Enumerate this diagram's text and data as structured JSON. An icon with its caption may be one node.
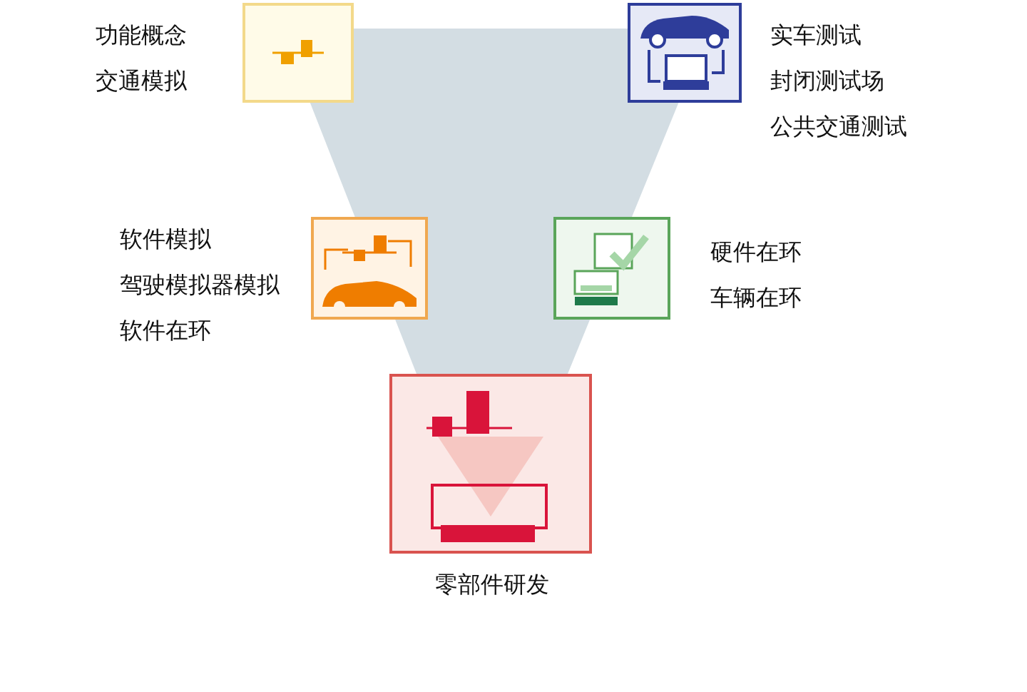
{
  "diagram": {
    "nodes": [
      {
        "text": [],
        "shape": "box",
        "beside": [
          "功能概念",
          "交通模拟"
        ]
      },
      {
        "text": [],
        "shape": "box",
        "beside": [
          "实车测试",
          "封闭测试场",
          "公共交通测试"
        ]
      },
      {
        "text": [],
        "shape": "box",
        "beside": [
          "软件模拟",
          "驾驶模拟器模拟",
          "软件在环"
        ]
      },
      {
        "text": [],
        "shape": "box",
        "beside": [
          "硬件在环",
          "车辆在环"
        ]
      },
      {
        "text": [],
        "shape": "box",
        "beside": [
          "零部件研发"
        ]
      }
    ]
  }
}
